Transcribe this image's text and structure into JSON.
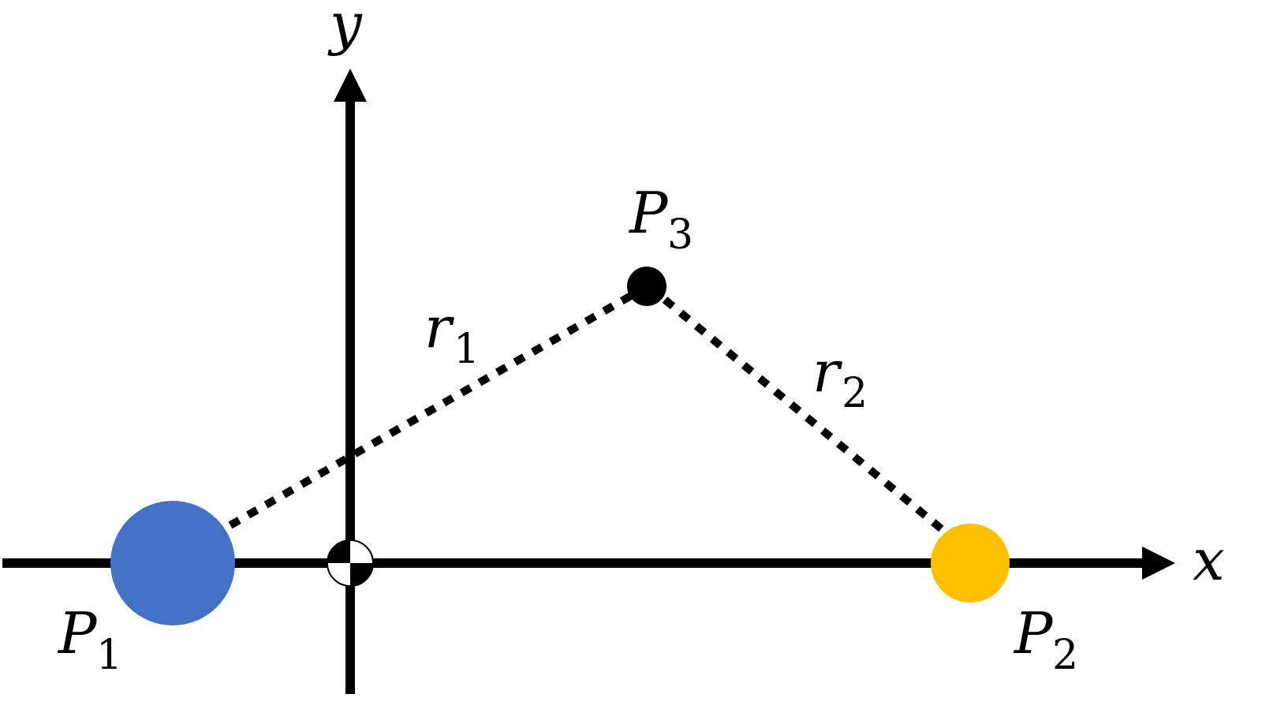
{
  "axes": {
    "x_label": "x",
    "y_label": "y"
  },
  "points": [
    {
      "name": "P",
      "subscript": "1",
      "color": "#4472C4"
    },
    {
      "name": "P",
      "subscript": "2",
      "color": "#FFC000"
    },
    {
      "name": "P",
      "subscript": "3",
      "color": "#000000"
    }
  ],
  "distances": [
    {
      "name": "r",
      "subscript": "1"
    },
    {
      "name": "r",
      "subscript": "2"
    }
  ],
  "center_of_mass_symbol": "center-of-mass"
}
